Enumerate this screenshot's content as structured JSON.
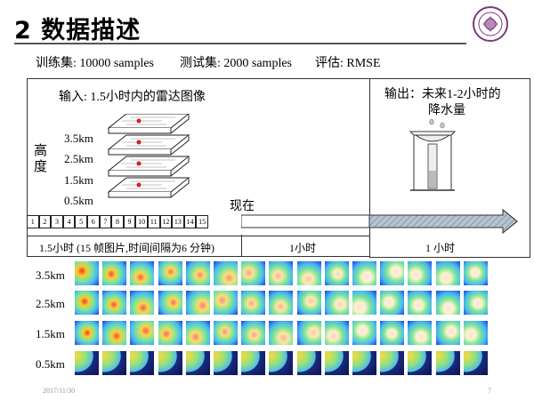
{
  "slide": {
    "title": "2 数据描述",
    "stats": {
      "train": "训练集: 10000 samples",
      "test": "测试集: 2000 samples",
      "metric": "评估: RMSE"
    },
    "input_caption": "输入: 1.5小时内的雷达图像",
    "height_label": [
      "高",
      "度"
    ],
    "altitudes": [
      "3.5km",
      "2.5km",
      "1.5km",
      "0.5km"
    ],
    "now_label": "现在",
    "output_caption": [
      "输出：未来1-2小时的",
      "降水量"
    ],
    "frame_numbers": [
      "1",
      "2",
      "3",
      "4",
      "5",
      "6",
      "7",
      "8",
      "9",
      "10",
      "11",
      "12",
      "13",
      "14",
      "15"
    ],
    "durations": [
      "1.5小时 (15 帧图片,时间间隔为6 分钟)",
      "1小时",
      "1 小时"
    ],
    "footer": {
      "date": "2017/11/30",
      "page": "7"
    },
    "colors": {
      "radar_background": "#1a3fd6",
      "arrow_fill": "#aab6c4",
      "box_border": "#333333"
    },
    "icons": [
      "university-logo-icon",
      "radar-layer-stack-icon",
      "rain-gauge-icon"
    ]
  }
}
